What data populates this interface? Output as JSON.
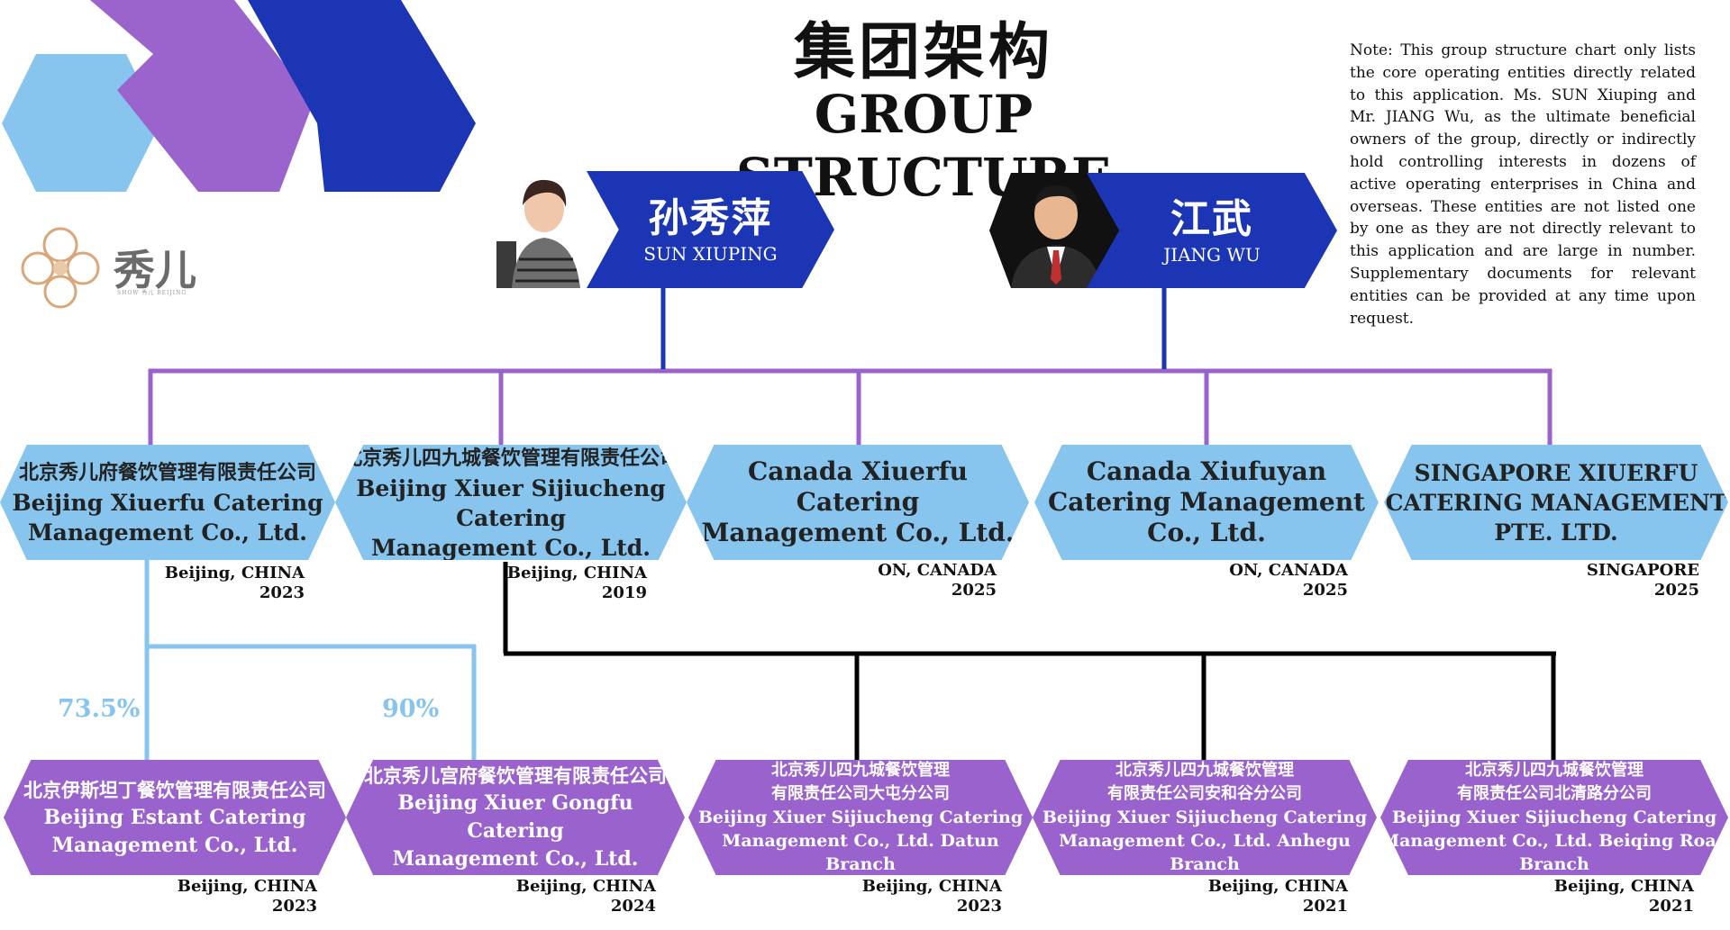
{
  "title": {
    "zh": "集团架构",
    "en": "GROUP STRUCTURE"
  },
  "note": "Note: This group structure chart only lists the core operating entities directly related to this application. Ms. SUN Xiuping and Mr. JIANG Wu, as the ultimate beneficial owners of the group, directly or indirectly hold controlling interests in dozens of active operating enterprises in China and overseas. These entities are not listed one by one as they are not directly relevant to this application and are large in number. Supplementary documents for relevant entities can be provided at any time upon request.",
  "logo": {
    "text": "秀儿",
    "subtext": "SHOW 秀儿 BEIJING"
  },
  "owners": [
    {
      "zh": "孙秀萍",
      "en": "SUN XIUPING"
    },
    {
      "zh": "江武",
      "en": "JIANG WU"
    }
  ],
  "top_entities": [
    {
      "zh": "北京秀儿府餐饮管理有限责任公司",
      "en1": "Beijing Xiuerfu Catering",
      "en2": "Management Co., Ltd.",
      "location": "Beijing, CHINA",
      "year": "2023"
    },
    {
      "zh": "北京秀儿四九城餐饮管理有限责任公司",
      "en1": "Beijing Xiuer Sijiucheng Catering",
      "en2": "Management Co., Ltd.",
      "location": "Beijing, CHINA",
      "year": "2019"
    },
    {
      "en1": "Canada Xiuerfu Catering",
      "en2": "Management Co., Ltd.",
      "location": "ON, CANADA",
      "year": "2025"
    },
    {
      "en1": "Canada Xiufuyan",
      "en2": "Catering Management",
      "en3": "Co., Ltd.",
      "location": "ON, CANADA",
      "year": "2025"
    },
    {
      "en1": "SINGAPORE XIUERFU",
      "en2": "CATERING MANAGEMENT",
      "en3": "PTE. LTD.",
      "location": "SINGAPORE",
      "year": "2025"
    }
  ],
  "percentages": [
    "73.5%",
    "90%"
  ],
  "bottom_entities": [
    {
      "zh": "北京伊斯坦丁餐饮管理有限责任公司",
      "en1": "Beijing Estant Catering",
      "en2": "Management Co., Ltd.",
      "location": "Beijing, CHINA",
      "year": "2023"
    },
    {
      "zh": "北京秀儿宫府餐饮管理有限责任公司",
      "en1": "Beijing Xiuer Gongfu Catering",
      "en2": "Management Co., Ltd.",
      "location": "Beijing, CHINA",
      "year": "2024"
    },
    {
      "zh1": "北京秀儿四九城餐饮管理",
      "zh2": "有限责任公司大屯分公司",
      "en1": "Beijing Xiuer Sijiucheng Catering",
      "en2": "Management Co., Ltd. Datun Branch",
      "location": "Beijing, CHINA",
      "year": "2023"
    },
    {
      "zh1": "北京秀儿四九城餐饮管理",
      "zh2": "有限责任公司安和谷分公司",
      "en1": "Beijing Xiuer Sijiucheng Catering",
      "en2": "Management Co., Ltd. Anhegu Branch",
      "location": "Beijing, CHINA",
      "year": "2021"
    },
    {
      "zh1": "北京秀儿四九城餐饮管理",
      "zh2": "有限责任公司北清路分公司",
      "en1": "Beijing Xiuer Sijiucheng Catering",
      "en2": "Management Co., Ltd. Beiqing Road Branch",
      "location": "Beijing, CHINA",
      "year": "2021"
    }
  ],
  "colors": {
    "blue_box": "#87c5ee",
    "purple_box": "#9a62cc",
    "navy": "#1b35b5",
    "purple_line": "#9a62cc",
    "black_line": "#000000"
  }
}
